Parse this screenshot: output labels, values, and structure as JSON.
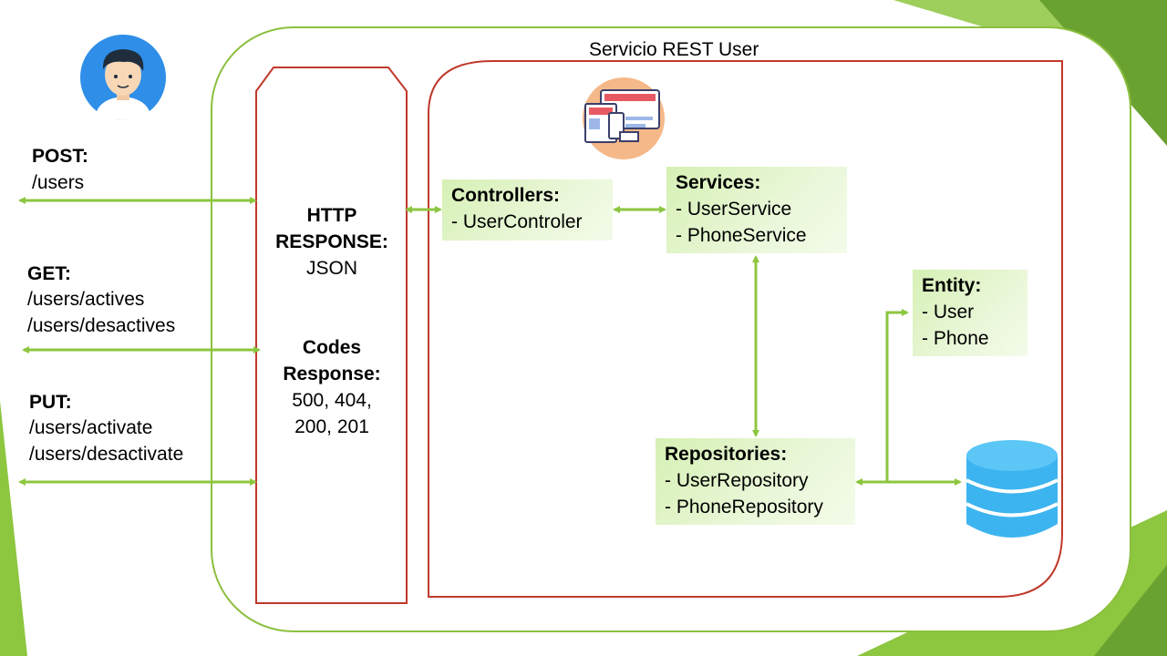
{
  "title": "Servicio REST User",
  "requests": [
    {
      "method": "POST:",
      "paths": [
        "/users"
      ]
    },
    {
      "method": "GET:",
      "paths": [
        "/users/actives",
        "/users/desactives"
      ]
    },
    {
      "method": "PUT:",
      "paths": [
        "/users/activate",
        "/users/desactivate"
      ]
    }
  ],
  "http_panel": {
    "heading1": "HTTP",
    "heading2": "RESPONSE:",
    "format": "JSON",
    "codes_heading1": "Codes",
    "codes_heading2": "Response:",
    "codes_line1": "500, 404,",
    "codes_line2": "200, 201"
  },
  "controllers": {
    "title": "Controllers:",
    "items": [
      "- UserControler"
    ]
  },
  "services": {
    "title": "Services:",
    "items": [
      "- UserService",
      "- PhoneService"
    ]
  },
  "entity": {
    "title": "Entity:",
    "items": [
      "- User",
      "- Phone"
    ]
  },
  "repositories": {
    "title": "Repositories:",
    "items": [
      "- UserRepository",
      "- PhoneRepository"
    ]
  },
  "colors": {
    "outer_border": "#8cbf3f",
    "inner_border": "#c0392b",
    "arrow": "#8cc63f",
    "box_fill": "#dff3c6",
    "database": "#3cb4f0",
    "avatar_bg": "#2f8ee8"
  },
  "icons": [
    "user-avatar-icon",
    "web-app-icon",
    "database-icon"
  ]
}
